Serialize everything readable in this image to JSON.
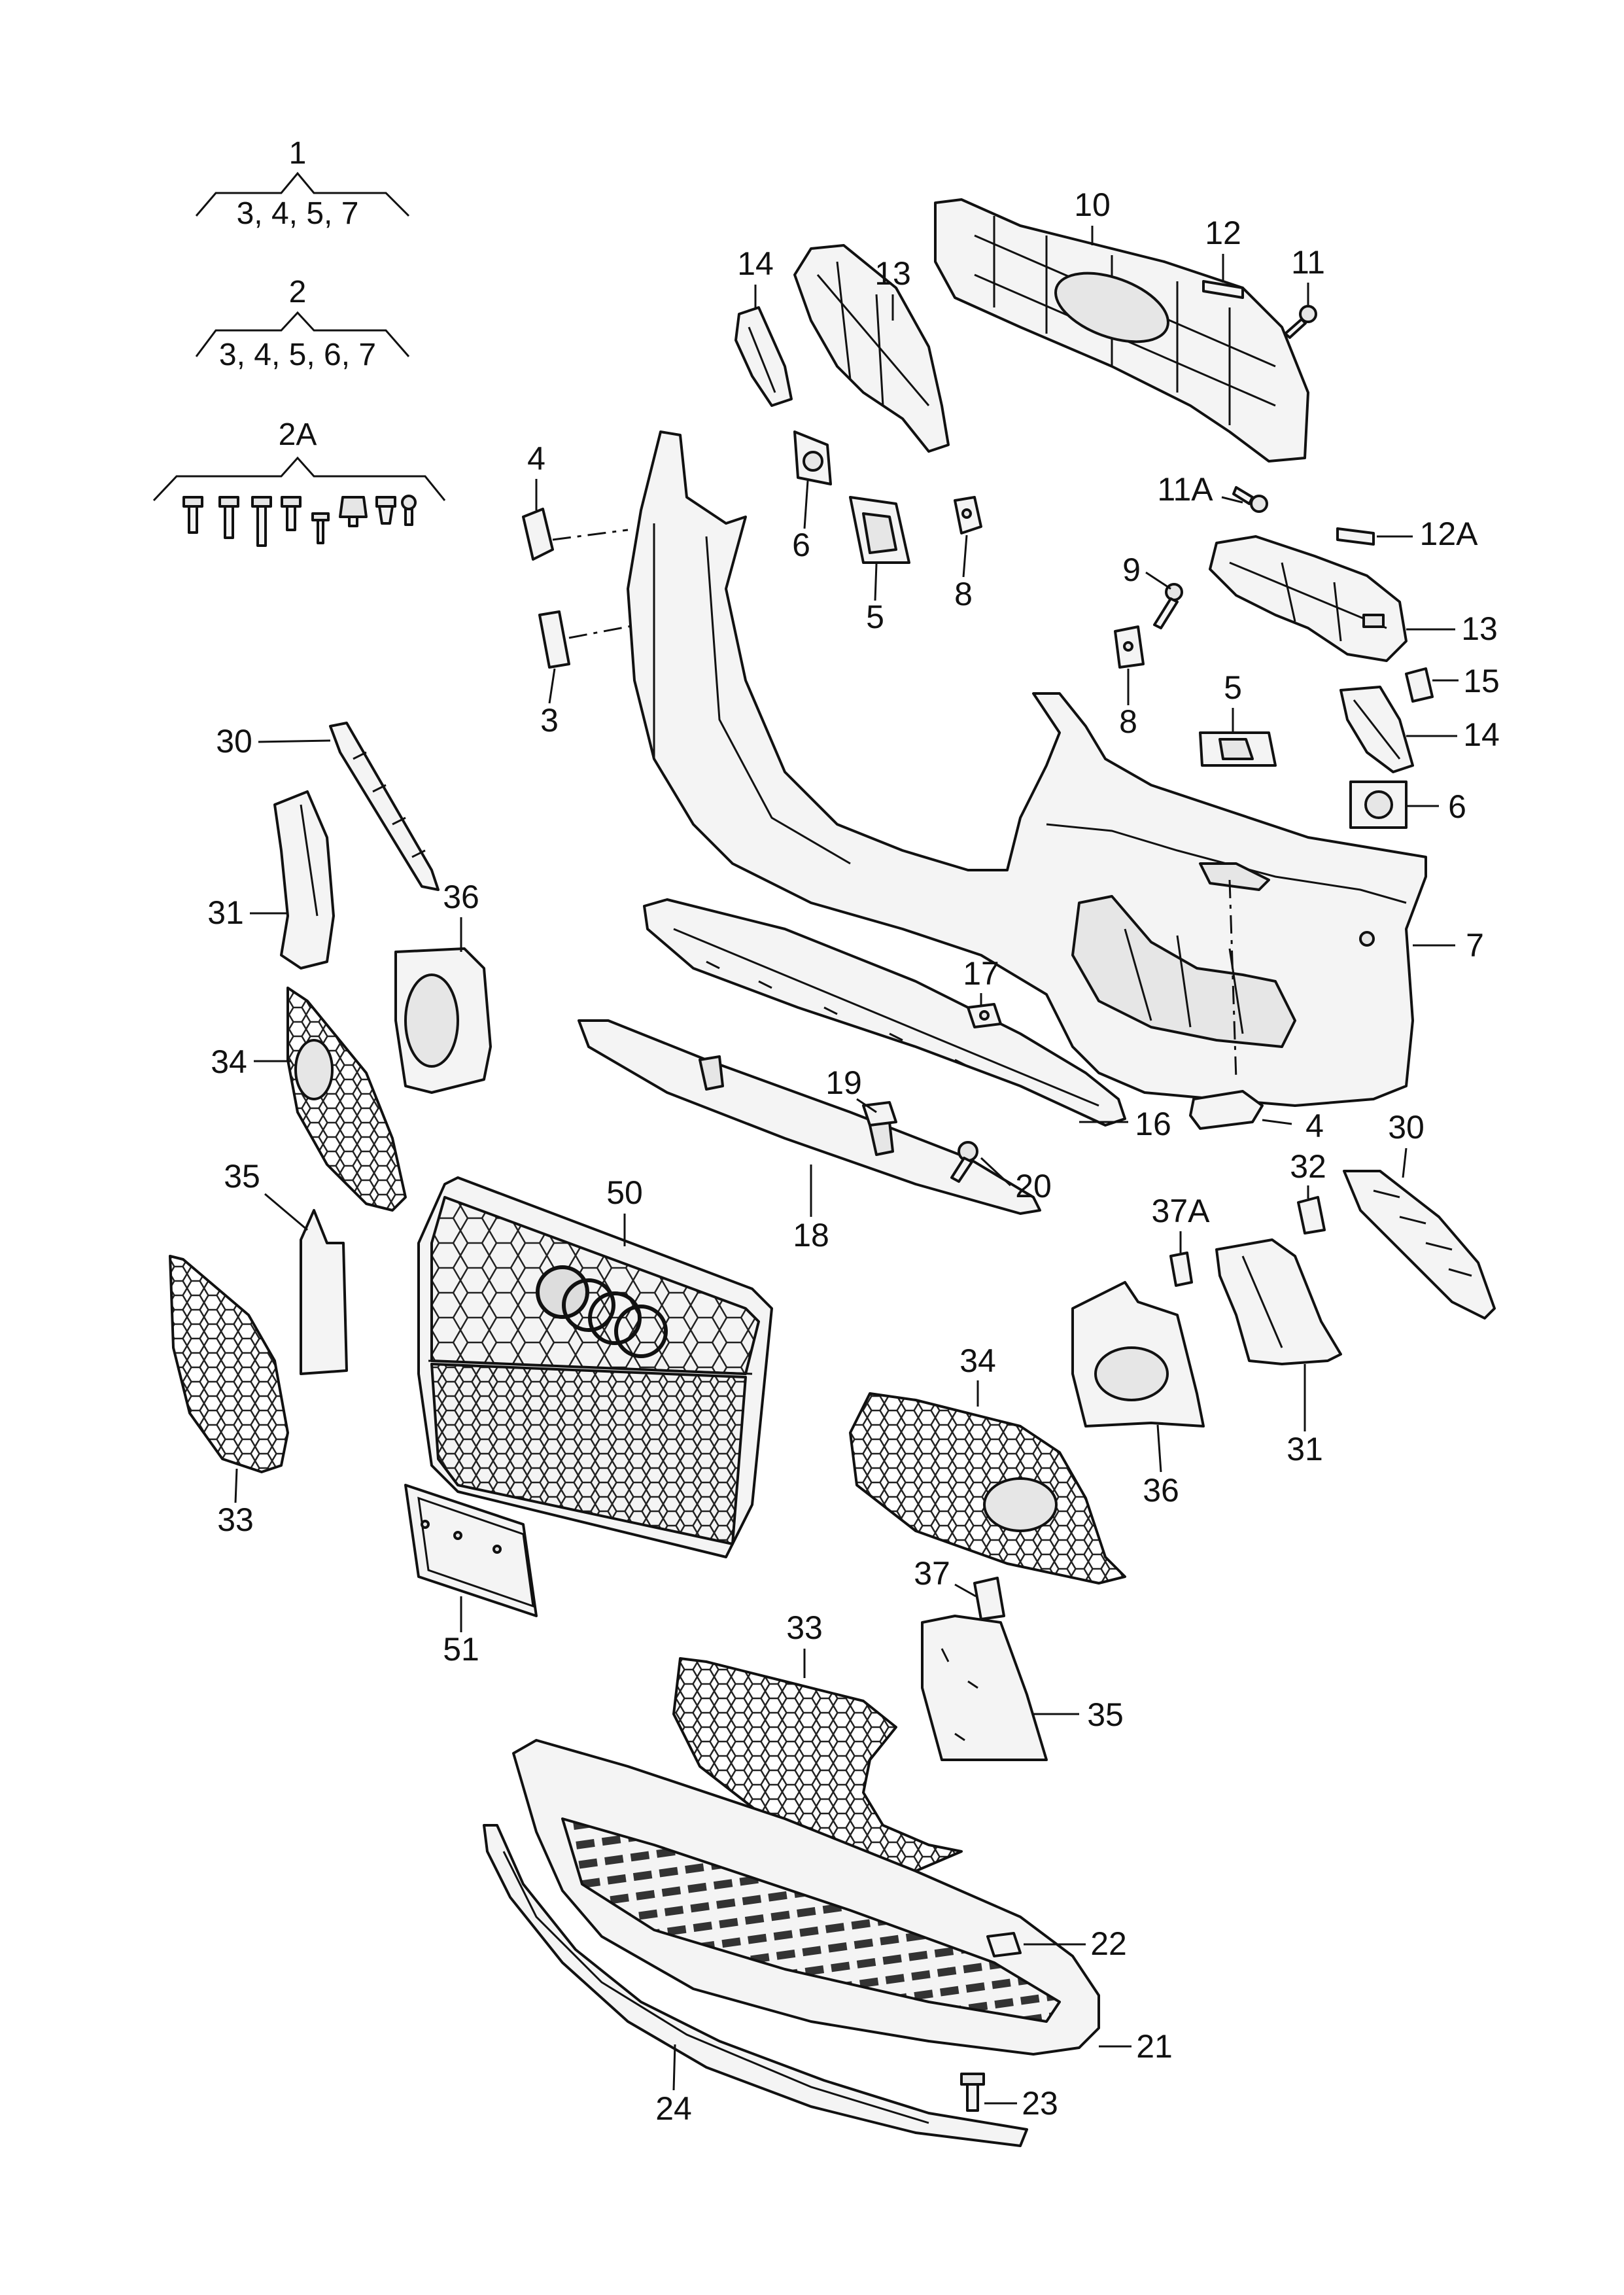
{
  "groups": [
    {
      "number": "1",
      "members": "3, 4, 5, 7"
    },
    {
      "number": "2",
      "members": "3, 4, 5, 6, 7"
    },
    {
      "number": "2A",
      "members": ""
    }
  ],
  "callouts": {
    "c10": "10",
    "c12": "12",
    "c11": "11",
    "c14": "14",
    "c13": "13",
    "c4a": "4",
    "c6a": "6",
    "c5a": "5",
    "c8a": "8",
    "c3": "3",
    "c11A": "11A",
    "c12A": "12A",
    "c9": "9",
    "c13b": "13",
    "c8b": "8",
    "c5b": "5",
    "c15": "15",
    "c14b": "14",
    "c6b": "6",
    "c30a": "30",
    "c31a": "31",
    "c36a": "36",
    "c7": "7",
    "c17": "17",
    "c34a": "34",
    "c19": "19",
    "c16": "16",
    "c4b": "4",
    "c30b": "30",
    "c35a": "35",
    "c20": "20",
    "c32": "32",
    "c18": "18",
    "c50": "50",
    "c37A": "37A",
    "c33a": "33",
    "c34b": "34",
    "c36b": "36",
    "c31b": "31",
    "c51": "51",
    "c37": "37",
    "c33b": "33",
    "c35b": "35",
    "c22": "22",
    "c21": "21",
    "c23": "23",
    "c24": "24"
  }
}
